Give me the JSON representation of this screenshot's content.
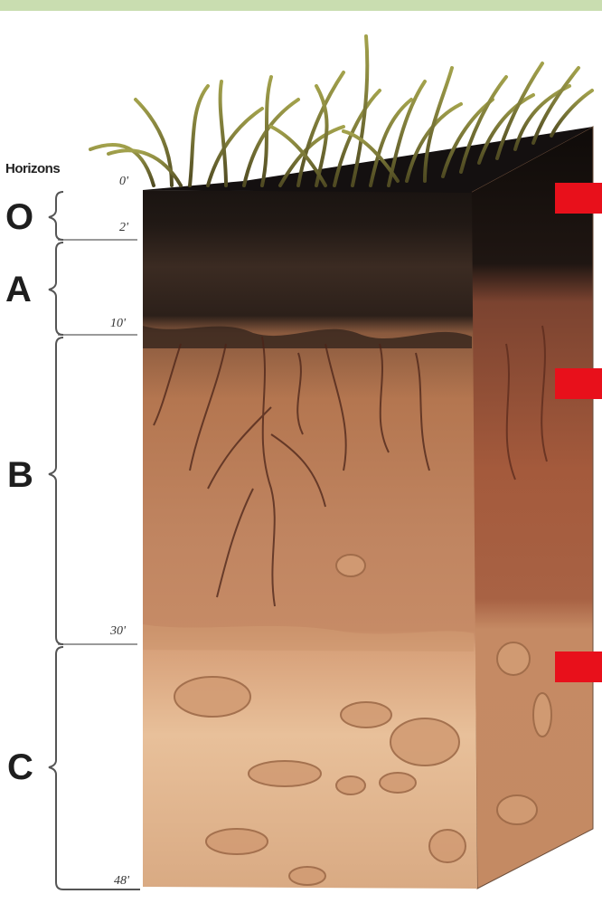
{
  "labels": {
    "title": "Horizons",
    "horizons": [
      "O",
      "A",
      "B",
      "C"
    ],
    "depths": [
      "0'",
      "2'",
      "10'",
      "30'",
      "48'"
    ]
  },
  "colors": {
    "marker": "#e8101b",
    "top_strip": "#c9ddb0",
    "o_layer": "#1b1512",
    "a_layer": "#3a2a22",
    "b_layer": "#b87a55",
    "c_layer": "#e2b892"
  },
  "markers": [
    "marker-o",
    "marker-b",
    "marker-c"
  ]
}
